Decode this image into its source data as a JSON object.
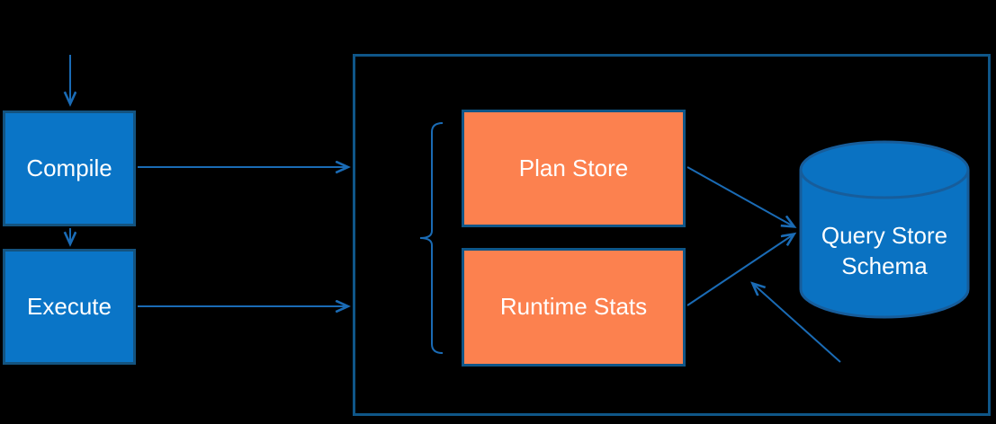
{
  "diagram": {
    "title": "Query Store data flow diagram",
    "background": "#000000",
    "colors": {
      "background": "#000000",
      "blue_fill": "#0A75C7",
      "blue_border": "#14537F",
      "orange_fill": "#FC814F",
      "orange_border": "#0F5688",
      "container_border": "#0F5688",
      "arrow": "#1A6BB5",
      "cylinder_fill": "#0A72C2",
      "cylinder_border": "#175D9B",
      "text": "#FFFFFF"
    },
    "nodes": {
      "compile": {
        "label": "Compile",
        "shape": "rectangle",
        "color": "blue"
      },
      "execute": {
        "label": "Execute",
        "shape": "rectangle",
        "color": "blue"
      },
      "plan_store": {
        "label": "Plan Store",
        "shape": "rectangle",
        "color": "orange"
      },
      "runtime_stats": {
        "label": "Runtime Stats",
        "shape": "rectangle",
        "color": "orange"
      },
      "query_store_schema": {
        "label": "Query Store Schema",
        "lines": [
          "Query Store",
          "Schema"
        ],
        "shape": "database-cylinder",
        "color": "blue"
      },
      "container": {
        "label": "",
        "shape": "rectangle-outline"
      }
    },
    "edges": [
      {
        "from": "(top)",
        "to": "compile",
        "type": "arrow"
      },
      {
        "from": "compile",
        "to": "container",
        "type": "arrow"
      },
      {
        "from": "compile",
        "to": "execute",
        "type": "arrow"
      },
      {
        "from": "execute",
        "to": "container",
        "type": "arrow"
      },
      {
        "from": "plan_store",
        "to": "query_store_schema",
        "type": "arrow"
      },
      {
        "from": "runtime_stats",
        "to": "query_store_schema",
        "type": "arrow"
      },
      {
        "from": "(bottom-right)",
        "to": "query_store_schema",
        "type": "arrow"
      },
      {
        "from": "bracket",
        "to": "plan_store+runtime_stats",
        "type": "brace-grouping"
      }
    ]
  }
}
